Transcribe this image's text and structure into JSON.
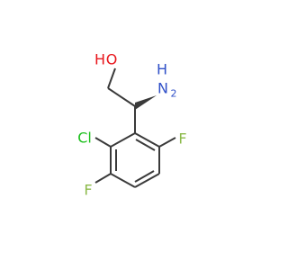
{
  "colors": {
    "bond": "#3a3a3a",
    "oxygen": "#e8161c",
    "nitrogen": "#3050c8",
    "chlorine": "#1ec01e",
    "fluorine": "#8cba4a"
  },
  "atoms": {
    "oh": {
      "h": "H",
      "o": "O"
    },
    "nh2": {
      "h": "H",
      "n": "N",
      "sub2": "2"
    },
    "cl": "Cl",
    "f_right": "F",
    "f_left": "F"
  }
}
